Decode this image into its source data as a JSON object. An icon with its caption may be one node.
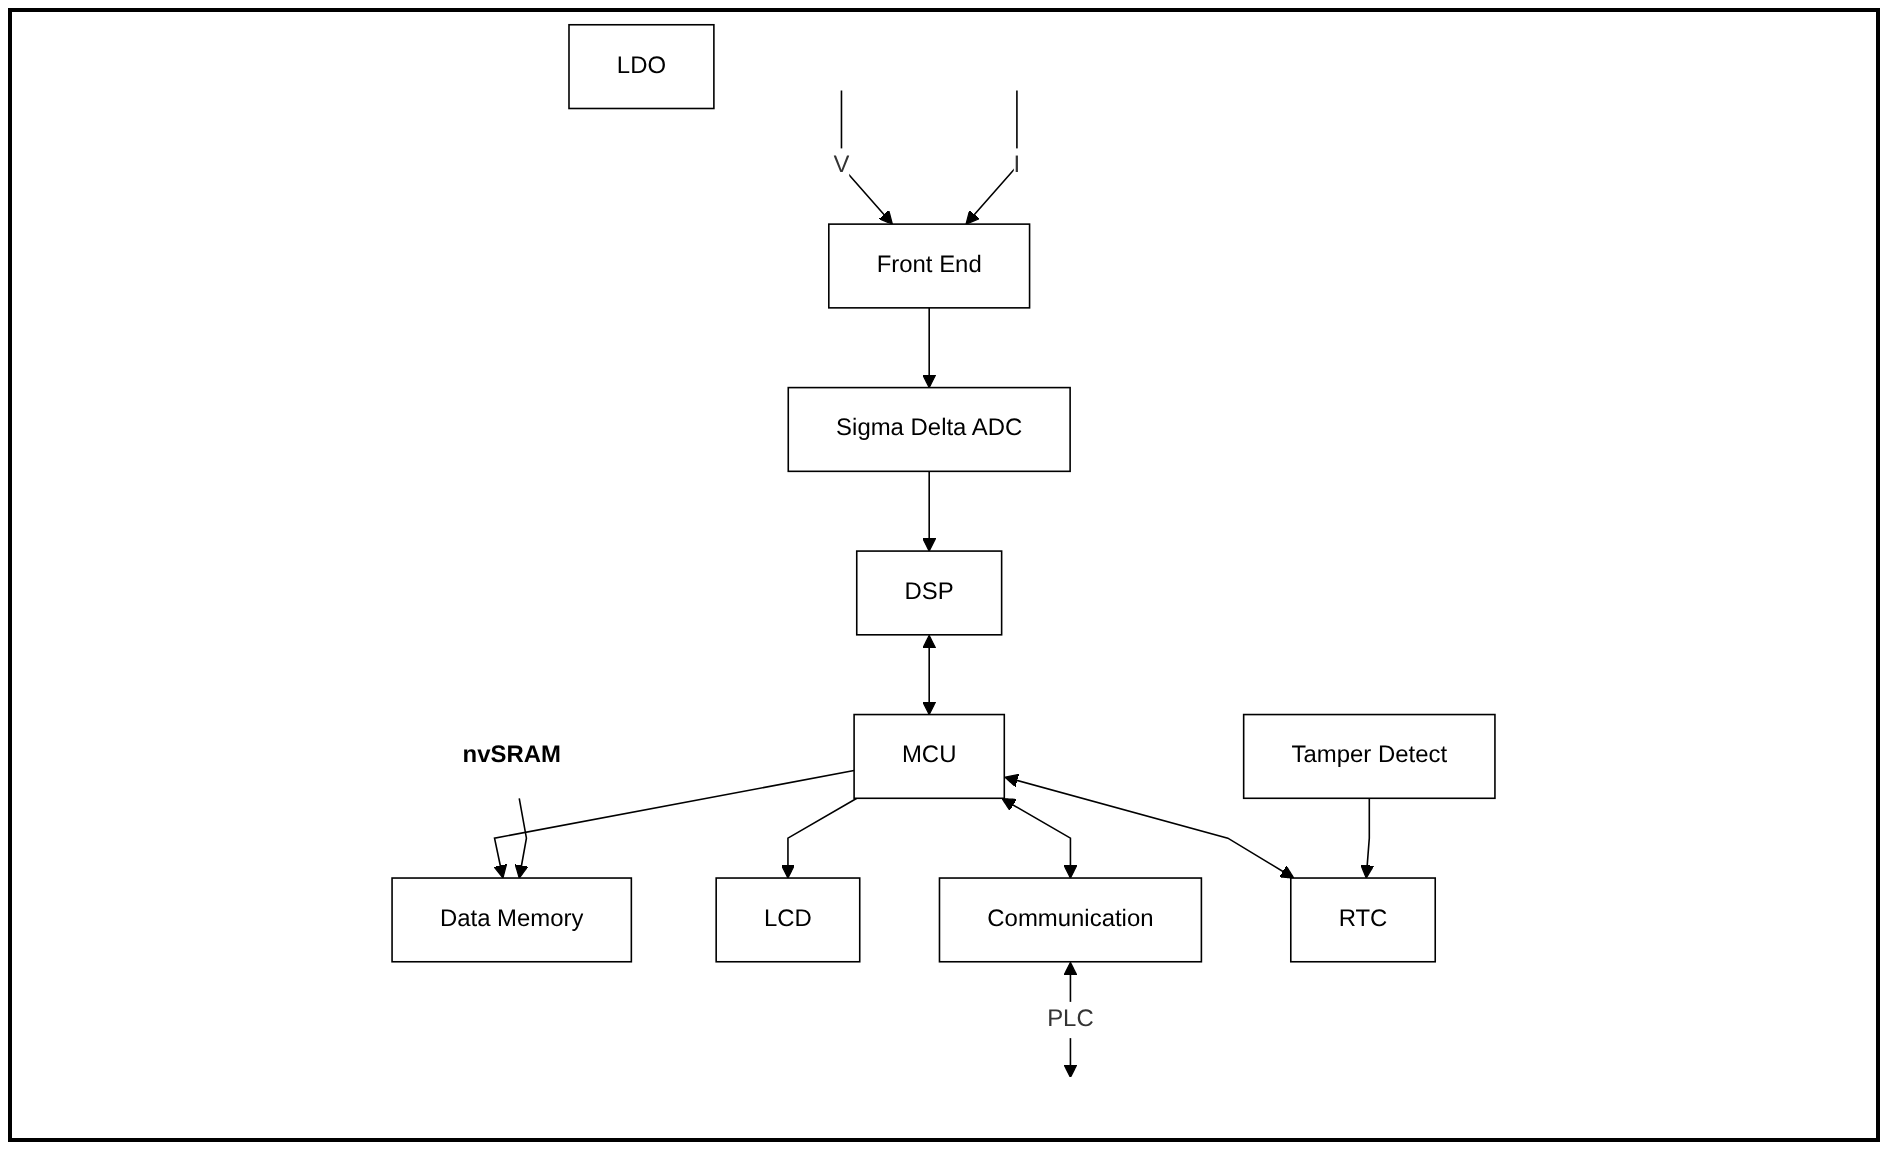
{
  "diagram": {
    "nodes": [
      {
        "text": [
          "LDO"
        ]
      },
      {
        "text": [
          "Front End"
        ]
      },
      {
        "text": [
          "Sigma Delta ADC"
        ]
      },
      {
        "text": [
          "DSP"
        ]
      },
      {
        "text": [
          "LCD"
        ]
      },
      {
        "text": [
          "MCU"
        ]
      },
      {
        "text": [
          "Communication"
        ]
      },
      {
        "text": [
          "RTC"
        ]
      },
      {
        "text": [
          "Data Memory"
        ]
      },
      {
        "text": [
          "Tamper Detect"
        ]
      },
      {
        "text": [
          "nvSRAM"
        ]
      }
    ],
    "edges": [
      {
        "from": null,
        "to": 1,
        "arrow": "to",
        "label": "V"
      },
      {
        "from": null,
        "to": 1,
        "arrow": "to",
        "label": "I"
      },
      {
        "from": 1,
        "to": 2,
        "arrow": "to"
      },
      {
        "from": 2,
        "to": 3,
        "arrow": "to"
      },
      {
        "from": 3,
        "to": 5,
        "arrow": "both"
      },
      {
        "from": 5,
        "to": 4,
        "arrow": "to"
      },
      {
        "from": 5,
        "to": 6,
        "arrow": "both"
      },
      {
        "from": 6,
        "to": null,
        "arrow": "both",
        "label": "PLC"
      },
      {
        "from": 5,
        "to": 7,
        "arrow": "both"
      },
      {
        "from": 9,
        "to": 7,
        "arrow": "to"
      },
      {
        "from": 5,
        "to": 8,
        "arrow": "to"
      },
      {
        "from": 10,
        "to": 8,
        "arrow": "to"
      }
    ]
  }
}
